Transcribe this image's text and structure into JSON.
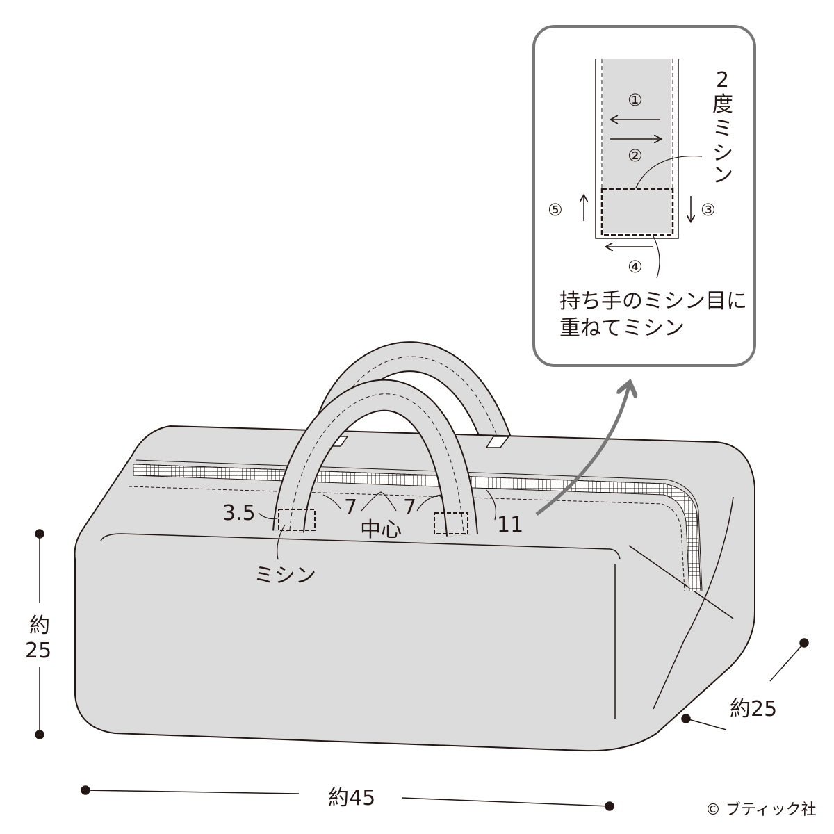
{
  "labels": {
    "handle_offset": "3.5",
    "left_gap": "7",
    "right_gap": "7",
    "center": "中心",
    "handle_edge": "11",
    "sewing": "ミシン",
    "height_prefix": "約",
    "height_value": "25",
    "width": "約45",
    "depth": "約25"
  },
  "inset": {
    "step1": "①",
    "step2": "②",
    "step3": "③",
    "step4": "④",
    "step5": "⑤",
    "double_stitch_line1": "2",
    "double_stitch_line2": "度",
    "double_stitch_line3": "ミ",
    "double_stitch_line4": "シ",
    "double_stitch_line5": "ン",
    "note_line1": "持ち手のミシン目に",
    "note_line2": "重ねてミシン"
  },
  "copyright": "© ブティック社",
  "colors": {
    "fill": "#dcdcdc",
    "line": "#231815",
    "accent": "#777777"
  }
}
